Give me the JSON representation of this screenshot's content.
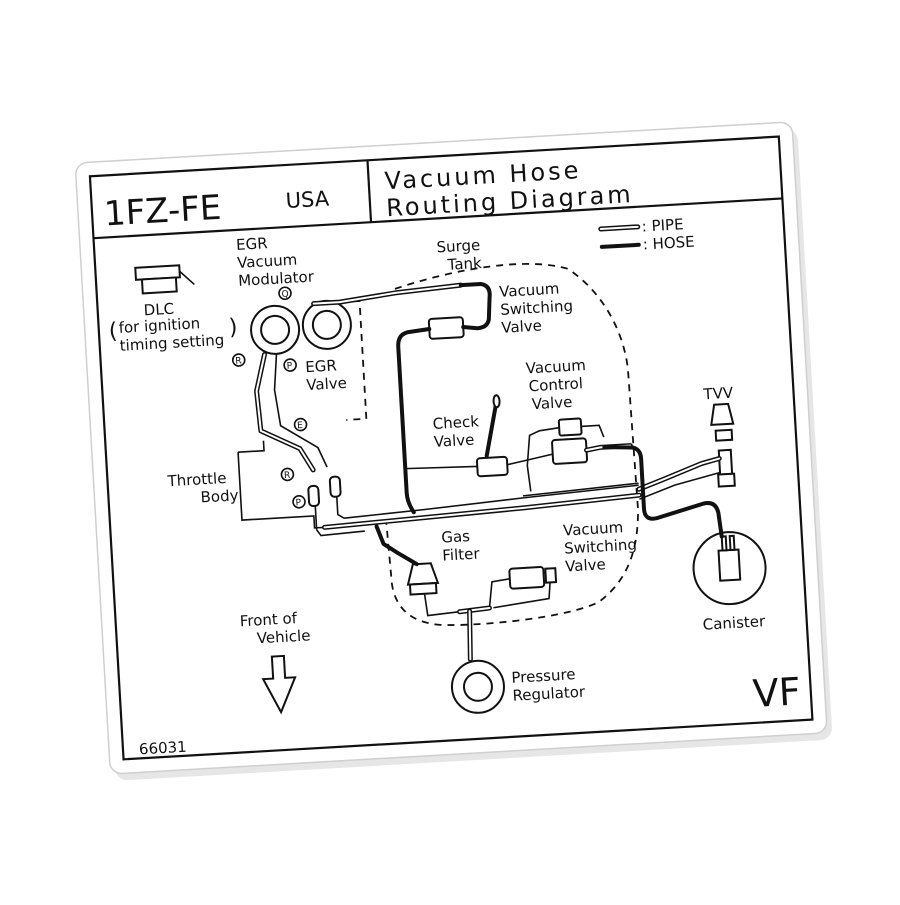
{
  "header": {
    "model": "1FZ-FE",
    "region": "USA",
    "title_line1": "Vacuum Hose",
    "title_line2": "Routing Diagram"
  },
  "legend": {
    "pipe_label": ": PIPE",
    "hose_label": ": HOSE"
  },
  "components": {
    "dlc": "DLC",
    "dlc_note_line1": "for ignition",
    "dlc_note_line2": "timing setting",
    "egr_modulator_line1": "EGR",
    "egr_modulator_line2": "Vacuum",
    "egr_modulator_line3": "Modulator",
    "egr_valve_line1": "EGR",
    "egr_valve_line2": "Valve",
    "throttle_body_line1": "Throttle",
    "throttle_body_line2": "Body",
    "surge_tank_line1": "Surge",
    "surge_tank_line2": "Tank",
    "vsv_upper_line1": "Vacuum",
    "vsv_upper_line2": "Switching",
    "vsv_upper_line3": "Valve",
    "check_valve_line1": "Check",
    "check_valve_line2": "Valve",
    "vcv_line1": "Vacuum",
    "vcv_line2": "Control",
    "vcv_line3": "Valve",
    "tvv": "TVV",
    "gas_filter_line1": "Gas",
    "gas_filter_line2": "Filter",
    "vsv_lower_line1": "Vacuum",
    "vsv_lower_line2": "Switching",
    "vsv_lower_line3": "Valve",
    "canister": "Canister",
    "pressure_regulator_line1": "Pressure",
    "pressure_regulator_line2": "Regulator",
    "front_line1": "Front of",
    "front_line2": "Vehicle"
  },
  "port_labels": {
    "q": "Q",
    "r_upper": "R",
    "p_upper": "P",
    "e": "E",
    "r_lower": "R",
    "p_lower": "P"
  },
  "footer": {
    "part_number": "66031",
    "code": "VF"
  }
}
